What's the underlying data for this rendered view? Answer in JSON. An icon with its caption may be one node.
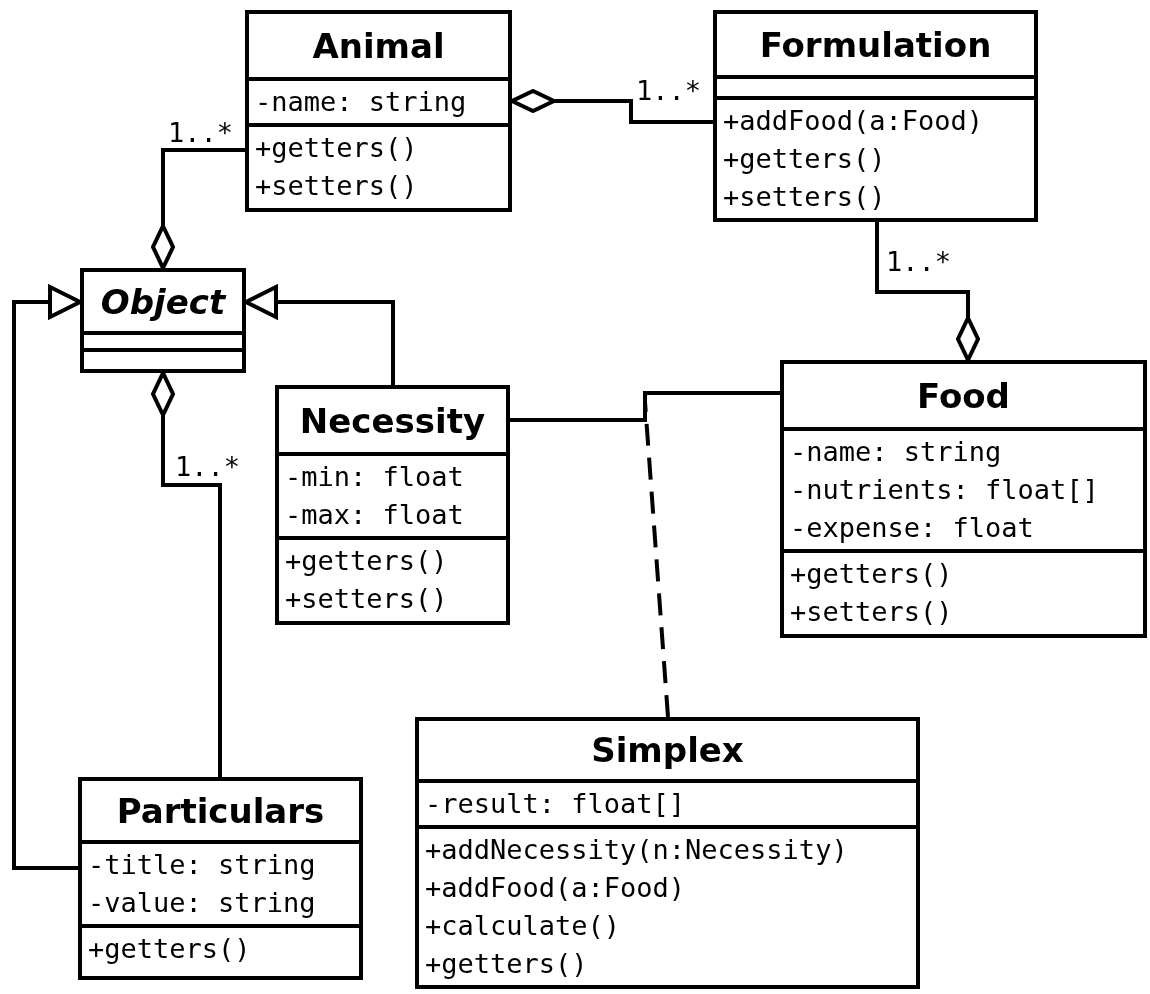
{
  "diagram": {
    "nodes": [
      {
        "text": [
          "Animal",
          "-name: string",
          "+getters() +setters()"
        ]
      },
      {
        "text": [
          "Formulation",
          "+addFood(a:Food) +getters() +setters()"
        ]
      },
      {
        "text": [
          "Object"
        ]
      },
      {
        "text": [
          "Necessity",
          "-min: float -max: float",
          "+getters() +setters()"
        ]
      },
      {
        "text": [
          "Food",
          "-name: string -nutrients: float[] -expense: float",
          "+getters() +setters()"
        ]
      },
      {
        "text": [
          "Simplex",
          "-result: float[]",
          "+addNecessity(n:Necessity) +addFood(a:Food) +calculate() +getters()"
        ]
      },
      {
        "text": [
          "Particulars",
          "-title: string -value: string",
          "+getters()"
        ]
      }
    ],
    "edges": [
      {
        "from": 1,
        "to": 0,
        "arrow": "other",
        "label": "1..*"
      },
      {
        "from": 0,
        "to": 2,
        "arrow": "other",
        "label": "1..*"
      },
      {
        "from": 1,
        "to": 4,
        "arrow": "other",
        "label": "1..*"
      },
      {
        "from": 6,
        "to": 2,
        "arrow": "other",
        "label": "1..*"
      },
      {
        "from": 6,
        "to": 2,
        "arrow": "to"
      },
      {
        "from": 3,
        "to": 2,
        "arrow": "to"
      },
      {
        "from": 3,
        "to": 4,
        "arrow": "none"
      },
      {
        "from": 5,
        "to": null,
        "arrow": "none",
        "style": "dashed"
      }
    ]
  }
}
